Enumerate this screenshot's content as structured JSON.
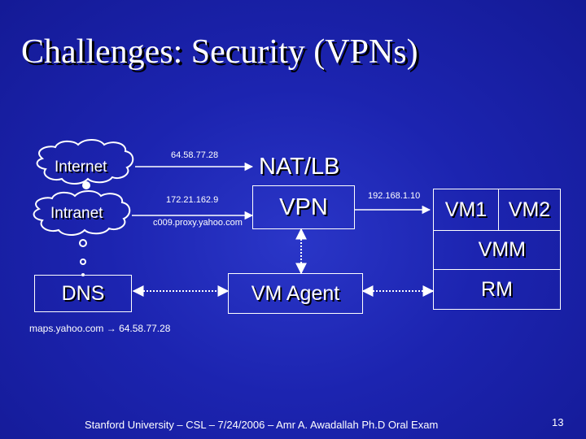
{
  "slide": {
    "title": "Challenges: Security (VPNs)",
    "footer": "Stanford University – CSL – 7/24/2006 – Amr A. Awadallah Ph.D Oral Exam",
    "page_number": "13"
  },
  "diagram": {
    "clouds": {
      "internet": "Internet",
      "intranet": "Intranet"
    },
    "dns": "DNS",
    "ip_labels": {
      "public_ip": "64.58.77.28",
      "private_ip": "172.21.162.9",
      "proxy_host": "c009.proxy.yahoo.com",
      "vm_ip": "192.168.1.10"
    },
    "nat_lb": "NAT/LB",
    "vpn": "VPN",
    "vm_agent": "VM Agent",
    "vm1": "VM1",
    "vm2": "VM2",
    "vmm": "VMM",
    "rm": "RM",
    "dns_mapping": {
      "host": "maps.yahoo.com",
      "arrow": "→",
      "ip": "64.58.77.28"
    }
  },
  "colors": {
    "background": "#1c24b0",
    "foreground": "#ffffff"
  }
}
